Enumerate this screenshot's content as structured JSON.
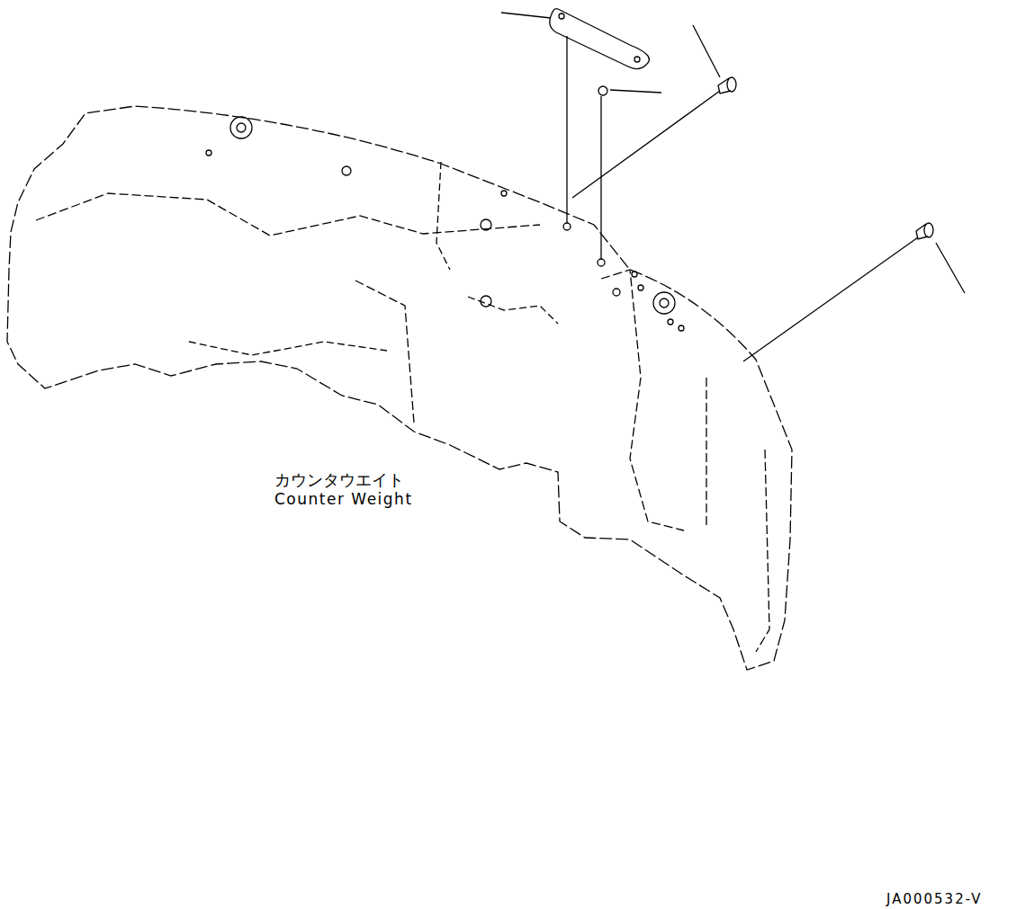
{
  "diagram": {
    "labels": [
      "カウンタウエイト",
      "Counter Weight",
      "JA000532-V"
    ]
  }
}
